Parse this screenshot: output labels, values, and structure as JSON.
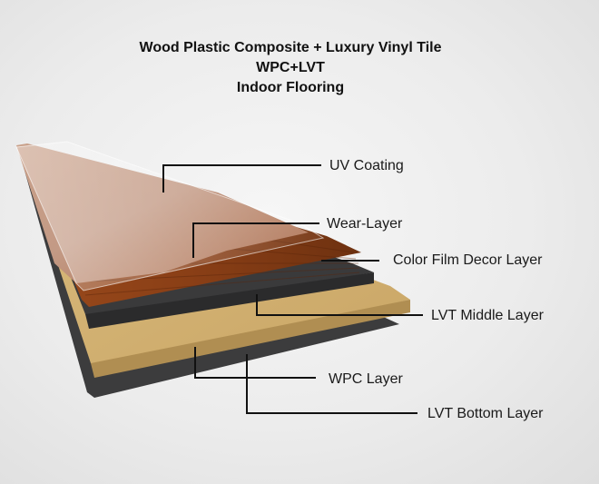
{
  "title": {
    "line1": "Wood Plastic Composite + Luxury Vinyl Tile",
    "line2": "WPC+LVT",
    "line3": "Indoor Flooring"
  },
  "layers": {
    "uv_coating": "UV Coating",
    "wear_layer": "Wear-Layer",
    "color_film": "Color Film Decor Layer",
    "lvt_middle": "LVT Middle Layer",
    "wpc_layer": "WPC Layer",
    "lvt_bottom": "LVT Bottom Layer"
  },
  "colors": {
    "lvt_layer": "#3a3a3b",
    "wpc_layer": "#d4b473",
    "wood_dark": "#8a3f16",
    "wood_light": "#c89d84",
    "leader_line": "#111111"
  }
}
